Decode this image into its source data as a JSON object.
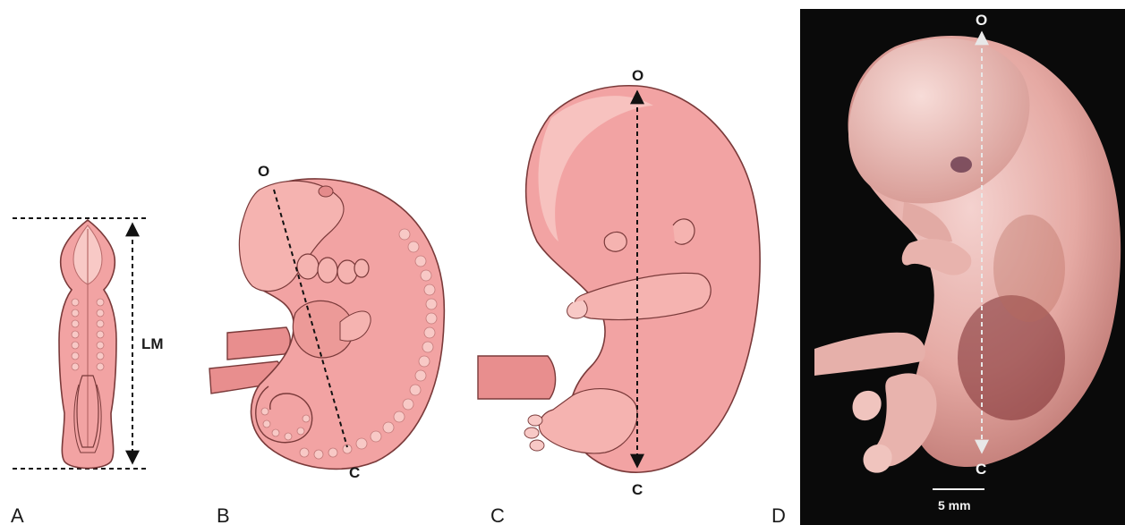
{
  "panels": [
    {
      "letter": "A",
      "measure": "LM"
    },
    {
      "letter": "B",
      "top_label": "O",
      "bottom_label": "C"
    },
    {
      "letter": "C",
      "top_label": "O",
      "bottom_label": "C"
    },
    {
      "letter": "D",
      "top_label": "O",
      "bottom_label": "C",
      "scale_bar": "5 mm"
    }
  ],
  "colors": {
    "skin": "#f2a3a3",
    "skin_dark": "#e48b8b",
    "skin_light": "#f8c9c6",
    "outline": "#7a3a3a",
    "photo_bg": "#0a0a0a"
  }
}
